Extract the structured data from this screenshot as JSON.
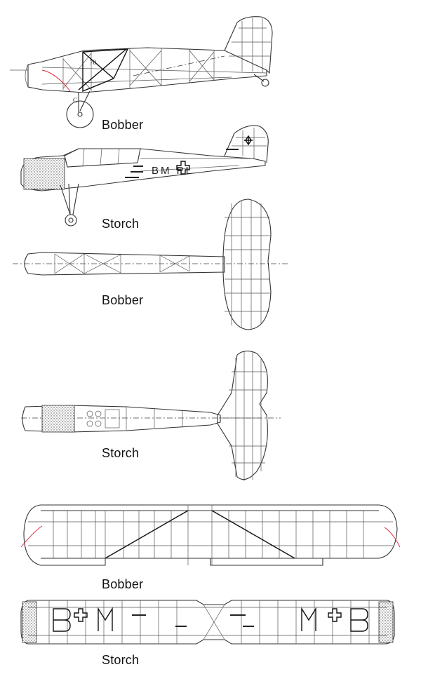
{
  "labels": {
    "side_bobber": "Bobber",
    "side_storch": "Storch",
    "top_bobber": "Bobber",
    "top_storch": "Storch",
    "wing_bobber": "Bobber",
    "wing_storch": "Storch"
  },
  "markings": {
    "registration": "BM  PL",
    "dimension": "70",
    "point": "C"
  }
}
